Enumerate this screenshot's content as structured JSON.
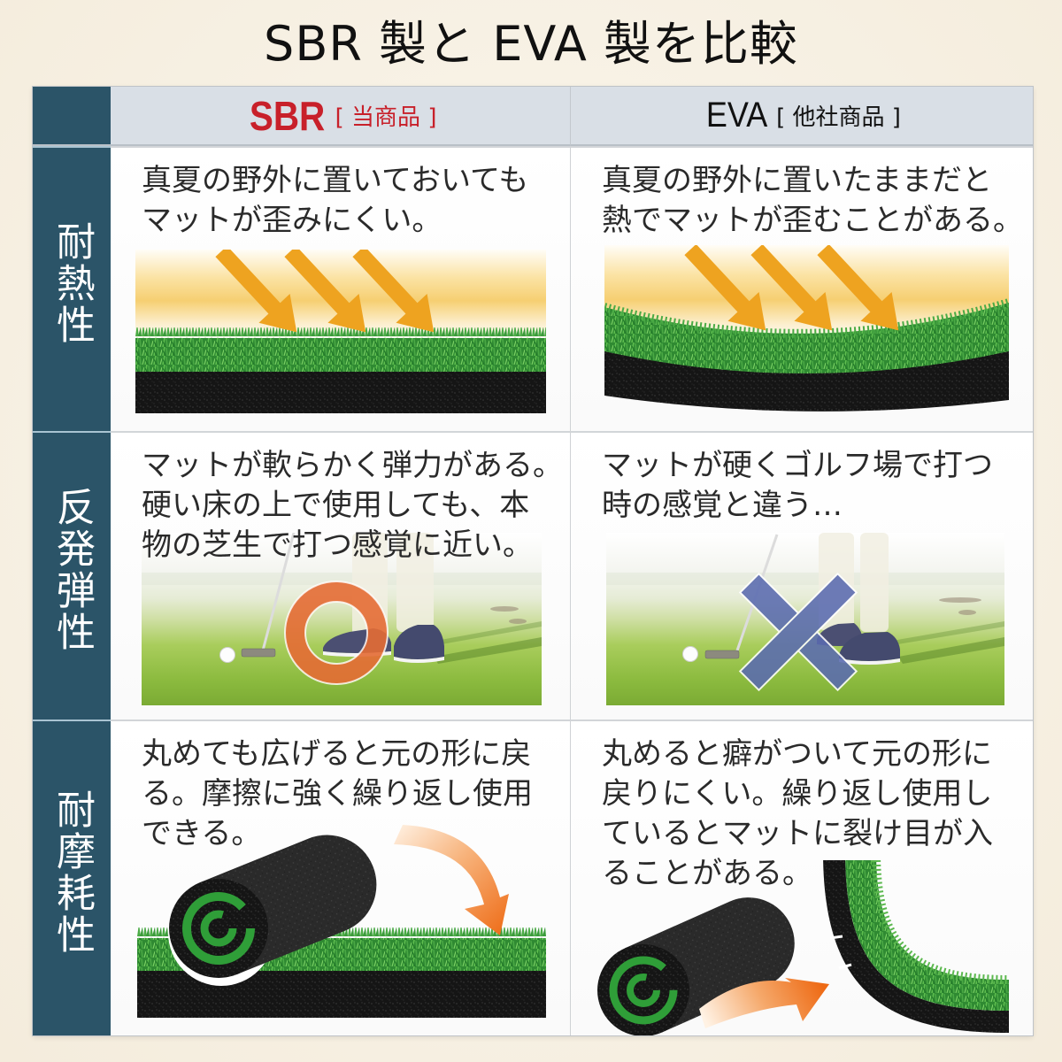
{
  "title": "SBR 製と EVA 製を比較",
  "header": {
    "sbr": {
      "name": "SBR",
      "tag": "[ 当商品 ]"
    },
    "eva": {
      "name": "EVA",
      "tag": "[ 他社商品 ]"
    }
  },
  "rows": [
    {
      "label": "耐熱性",
      "sbr_lines": [
        "真夏の野外に置いておいても",
        "マットが歪みにくい。"
      ],
      "eva_lines": [
        "真夏の野外に置いたままだと",
        "熱でマットが歪むことがある。"
      ],
      "sbr_illustration": "flat-mat-under-sun-icon",
      "eva_illustration": "warped-mat-under-sun-icon"
    },
    {
      "label": "反発弾性",
      "sbr_lines": [
        "マットが軟らかく弾力がある。",
        "硬い床の上で使用しても、本",
        "物の芝生で打つ感覚に近い。"
      ],
      "eva_lines": [
        "マットが硬くゴルフ場で打つ",
        "時の感覚と違う…"
      ],
      "sbr_marker": "circle-ok-icon",
      "eva_marker": "cross-ng-icon"
    },
    {
      "label": "耐摩耗性",
      "sbr_lines": [
        "丸めても広げると元の形に戻",
        "る。摩擦に強く繰り返し使用",
        "できる。"
      ],
      "eva_lines": [
        "丸めると癖がついて元の形に",
        "戻りにくい。繰り返し使用し",
        "ているとマットに裂け目が入",
        "ることがある。"
      ],
      "sbr_illustration": "rolled-mat-flattens-icon",
      "eva_illustration": "rolled-mat-cracks-icon"
    }
  ],
  "colors": {
    "accent": "#c8202a",
    "label-bg": "#2b5468",
    "header-bg": "#d9dfe6",
    "page-bg": "#f4ecdc",
    "text": "#2a2a2a",
    "heat-arrow": "#eea320",
    "ok-ring": "#e46b34",
    "ng-cross": "#5a6bb0",
    "roll-arrow": "#ee6a14"
  }
}
